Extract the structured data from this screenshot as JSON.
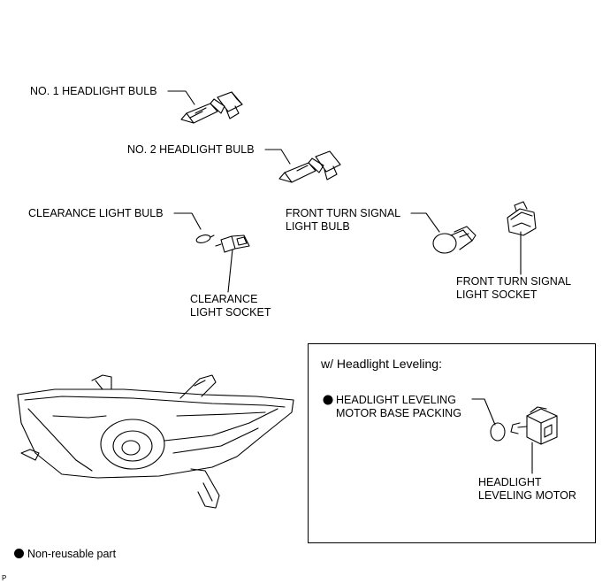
{
  "labels": {
    "no1_bulb": "NO. 1 HEADLIGHT BULB",
    "no2_bulb": "NO. 2 HEADLIGHT BULB",
    "clearance_bulb": "CLEARANCE LIGHT BULB",
    "clearance_socket_l1": "CLEARANCE",
    "clearance_socket_l2": "LIGHT SOCKET",
    "turn_bulb_l1": "FRONT TURN SIGNAL",
    "turn_bulb_l2": "LIGHT BULB",
    "turn_socket_l1": "FRONT TURN SIGNAL",
    "turn_socket_l2": "LIGHT SOCKET"
  },
  "inset": {
    "title": "w/ Headlight Leveling:",
    "packing_l1": "HEADLIGHT LEVELING",
    "packing_l2": "MOTOR BASE PACKING",
    "motor_l1": "HEADLIGHT",
    "motor_l2": "LEVELING MOTOR"
  },
  "legend": {
    "non_reusable": "Non-reusable part"
  },
  "ref_code": "P"
}
